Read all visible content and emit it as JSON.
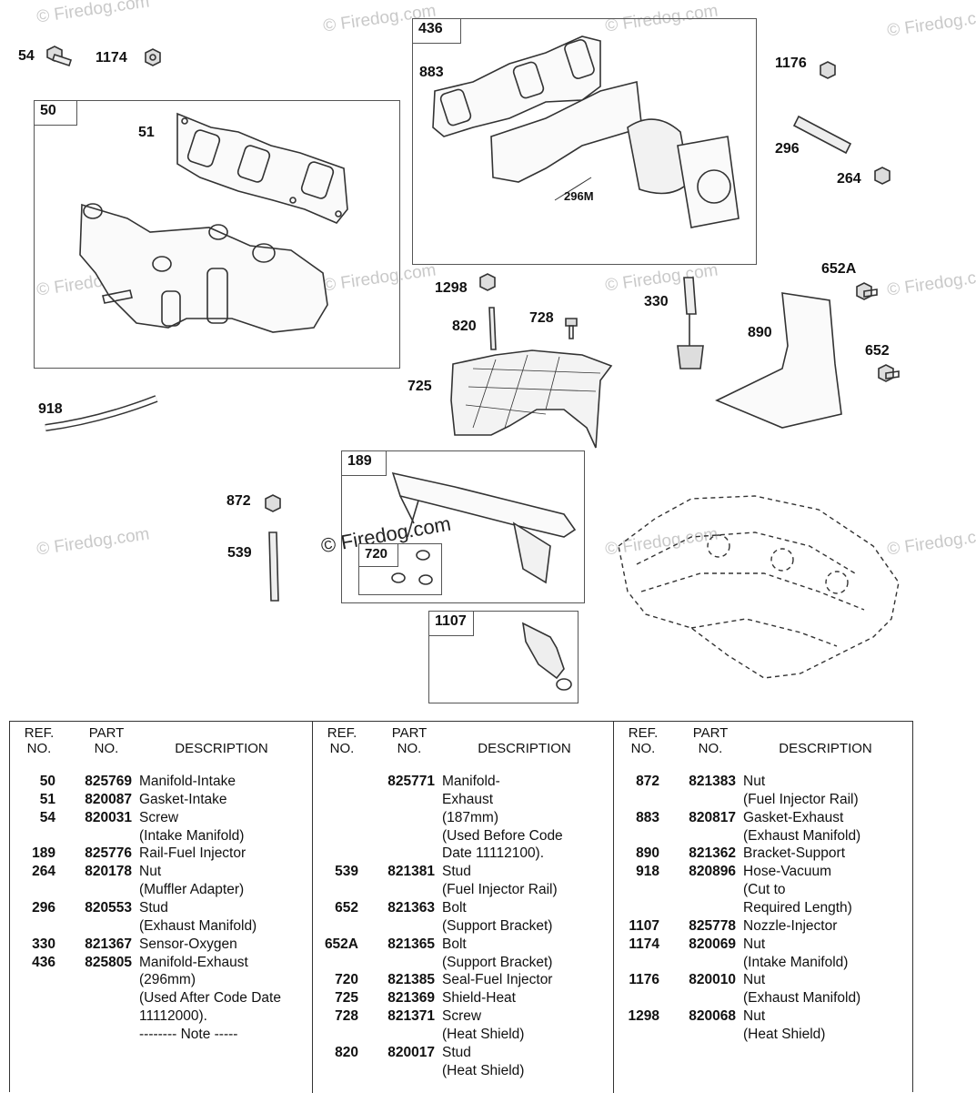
{
  "watermark": "© Firedog.com",
  "callouts": {
    "c54": "54",
    "c1174": "1174",
    "c50": "50",
    "c51": "51",
    "c436": "436",
    "c883": "883",
    "c296m": "296M",
    "c1176": "1176",
    "c296": "296",
    "c264": "264",
    "c1298": "1298",
    "c820": "820",
    "c728": "728",
    "c330": "330",
    "c652a": "652A",
    "c890": "890",
    "c652": "652",
    "c725": "725",
    "c918": "918",
    "c189": "189",
    "c872": "872",
    "c539": "539",
    "c720": "720",
    "c1107": "1107"
  },
  "table": {
    "headers": {
      "ref1": "REF.",
      "ref2": "NO.",
      "part1": "PART",
      "part2": "NO.",
      "desc": "DESCRIPTION"
    },
    "columns": [
      [
        {
          "ref": "50",
          "part": "825769",
          "desc": "Manifold-Intake"
        },
        {
          "ref": "51",
          "part": "820087",
          "desc": "Gasket-Intake"
        },
        {
          "ref": "54",
          "part": "820031",
          "desc": "Screw"
        },
        {
          "ref": "",
          "part": "",
          "desc": "(Intake Manifold)"
        },
        {
          "ref": "189",
          "part": "825776",
          "desc": "Rail-Fuel Injector"
        },
        {
          "ref": "264",
          "part": "820178",
          "desc": "Nut"
        },
        {
          "ref": "",
          "part": "",
          "desc": "(Muffler Adapter)"
        },
        {
          "ref": "296",
          "part": "820553",
          "desc": "Stud"
        },
        {
          "ref": "",
          "part": "",
          "desc": "(Exhaust Manifold)"
        },
        {
          "ref": "330",
          "part": "821367",
          "desc": "Sensor-Oxygen"
        },
        {
          "ref": "436",
          "part": "825805",
          "desc": "Manifold-Exhaust"
        },
        {
          "ref": "",
          "part": "",
          "desc": "(296mm)"
        },
        {
          "ref": "",
          "part": "",
          "desc": "(Used After Code Date"
        },
        {
          "ref": "",
          "part": "",
          "desc": "11112000)."
        },
        {
          "ref": "",
          "part": "",
          "desc": "-------- Note -----"
        }
      ],
      [
        {
          "ref": "",
          "part": "825771",
          "desc": "Manifold-"
        },
        {
          "ref": "",
          "part": "",
          "desc": "Exhaust"
        },
        {
          "ref": "",
          "part": "",
          "desc": "(187mm)"
        },
        {
          "ref": "",
          "part": "",
          "desc": "(Used Before Code"
        },
        {
          "ref": "",
          "part": "",
          "desc": "Date 11112100)."
        },
        {
          "ref": "539",
          "part": "821381",
          "desc": "Stud"
        },
        {
          "ref": "",
          "part": "",
          "desc": "(Fuel Injector Rail)"
        },
        {
          "ref": "652",
          "part": "821363",
          "desc": "Bolt"
        },
        {
          "ref": "",
          "part": "",
          "desc": "(Support Bracket)"
        },
        {
          "ref": "652A",
          "part": "821365",
          "desc": "Bolt"
        },
        {
          "ref": "",
          "part": "",
          "desc": "(Support Bracket)"
        },
        {
          "ref": "720",
          "part": "821385",
          "desc": "Seal-Fuel Injector"
        },
        {
          "ref": "725",
          "part": "821369",
          "desc": "Shield-Heat"
        },
        {
          "ref": "728",
          "part": "821371",
          "desc": "Screw"
        },
        {
          "ref": "",
          "part": "",
          "desc": "(Heat Shield)"
        },
        {
          "ref": "820",
          "part": "820017",
          "desc": "Stud"
        },
        {
          "ref": "",
          "part": "",
          "desc": "(Heat Shield)"
        }
      ],
      [
        {
          "ref": "872",
          "part": "821383",
          "desc": "Nut"
        },
        {
          "ref": "",
          "part": "",
          "desc": "(Fuel Injector Rail)"
        },
        {
          "ref": "883",
          "part": "820817",
          "desc": "Gasket-Exhaust"
        },
        {
          "ref": "",
          "part": "",
          "desc": "(Exhaust Manifold)"
        },
        {
          "ref": "890",
          "part": "821362",
          "desc": "Bracket-Support"
        },
        {
          "ref": "918",
          "part": "820896",
          "desc": "Hose-Vacuum"
        },
        {
          "ref": "",
          "part": "",
          "desc": "(Cut to"
        },
        {
          "ref": "",
          "part": "",
          "desc": "Required Length)"
        },
        {
          "ref": "1107",
          "part": "825778",
          "desc": "Nozzle-Injector"
        },
        {
          "ref": "1174",
          "part": "820069",
          "desc": "Nut"
        },
        {
          "ref": "",
          "part": "",
          "desc": "(Intake Manifold)"
        },
        {
          "ref": "1176",
          "part": "820010",
          "desc": "Nut"
        },
        {
          "ref": "",
          "part": "",
          "desc": "(Exhaust Manifold)"
        },
        {
          "ref": "1298",
          "part": "820068",
          "desc": "Nut"
        },
        {
          "ref": "",
          "part": "",
          "desc": "(Heat Shield)"
        }
      ]
    ]
  }
}
